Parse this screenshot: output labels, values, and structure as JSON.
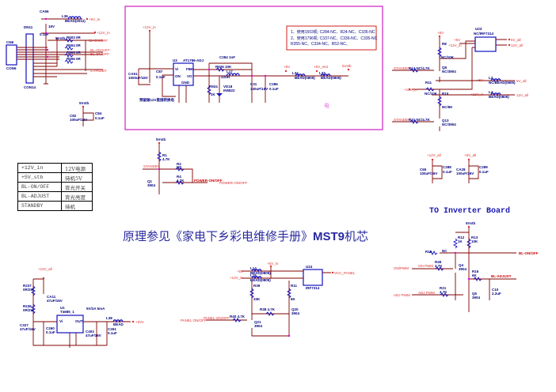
{
  "connector": {
    "ca56": "CA56",
    "dn11": "DN11",
    "l36": "L36",
    "bead": "BEAD(2012)",
    "v5in": "+5V_in",
    "c01": "0.1uF",
    "v16": "16V",
    "v12in": "+12V_in",
    "stb": "5Vstb",
    "cn8": "CN8",
    "con6": "CON6",
    "con14": "CON14",
    "r503": "R503  0R",
    "r504": "R504  0R",
    "r505": "R505  0R",
    "r506": "R506  0R",
    "blon": "BL-ON/OFF",
    "bladj": "BL-ADJUST",
    "blon2": "BL-ON/OFF",
    "standby": "STANDBY",
    "stb2": "5Vstb",
    "c82": "C82",
    "c82v": "100uF/16V",
    "c84": "C84",
    "c84v": "0.1uF"
  },
  "regulator": {
    "v12in": "+12V_in",
    "ca51": "CA51",
    "ca51v": "1000uF/16V",
    "c87": "C87",
    "c87v": "0.1uF",
    "u3": "U3",
    "u3p": "AT1786-ADJ",
    "vi": "Vi",
    "fb": "FBK",
    "on": "ON",
    "vo": "VO",
    "gnd": "GND",
    "r926": "R926  10K",
    "c284": "C284   1nF",
    "l17": "L17",
    "l17v": "22uH",
    "r924": "R924",
    "r924v": "1K",
    "vd18": "VD18",
    "vd18v": "IN5822",
    "c31": "C31",
    "c31v": "330uF/16V",
    "c286": "C286",
    "c286v": "0.1uF",
    "v5": "+5V",
    "l34": "L34",
    "l34v": "BEAD(0805)",
    "v5mst": "+5V_mst",
    "l33": "L33",
    "l33v": "BEAD(0805)",
    "stb": "5Vstb",
    "reserve": "预留做12V直接转换电",
    "mark": "电"
  },
  "note": {
    "line1": "1、使用1503机: C284-NC、R24-NC、C335-NC",
    "line2": "2、使用1796机: C337-NC、C336-NC、C335-NC",
    "line3": "R355-NC、C334-NC、R52-NC、"
  },
  "switch": {
    "v5": "+5V",
    "u23": "U23",
    "u23p": "NC/IRF7314",
    "v5b": "+5V",
    "v12in": "+12V_in",
    "v5all": "5V_all",
    "v12all": "12V_all",
    "r8": "R8",
    "r8v": "NC/10K",
    "standby": "STANDBY",
    "r14": "R14   NC/4.7K",
    "q8": "Q8",
    "q8v": "NC/3904",
    "r11": "R11",
    "v12in2": "+12V_in",
    "r11v": "NC/10K",
    "r10": "R10",
    "r10v": "NC/6K",
    "standby2": "STANDBY",
    "r21": "R21   NC/4.7K",
    "q13": "Q13",
    "q13v": "NC/3904",
    "v5c": "+5V",
    "l3": "L3",
    "l3v": "NC/BEAD(0805)",
    "v5all2": "5V_all",
    "v12in3": "+12V_in",
    "l4": "L4",
    "l4v": "BEAD(0805)",
    "v12all2": "12V_all"
  },
  "power": {
    "stb": "5Vstb",
    "r1": "R1",
    "r1v": "4.7K",
    "standby": "STANDBY",
    "r2": "R2",
    "r2v": "NC",
    "r4": "R4",
    "r4v": "4.7K",
    "q1": "Q1",
    "q1v": "3904",
    "pon": "POWER-ON/OFF",
    "pon2": "POWER ON/OFF"
  },
  "caps": {
    "v12all": "+12V_all",
    "v5all": "+5V_all",
    "c65": "C65",
    "c65v": "100uF/16V",
    "c288": "C288",
    "c288v": "0.1uF",
    "ca28": "CA28",
    "ca28v": "100uF/16V",
    "c289": "C289",
    "c289v": "0.1uF"
  },
  "table": [
    [
      "+12V_in",
      "12V电源"
    ],
    [
      "+5V_stb",
      "待机5V"
    ],
    [
      "BL-ON/OFF",
      "背光开关"
    ],
    [
      "BL-ADJUST",
      "背光亮度"
    ],
    [
      "STANDBY",
      "待机"
    ]
  ],
  "title": {
    "prefix": "原理参见《家电下乡彩电维修手册》",
    "model": "MST9",
    "suffix": "机芯"
  },
  "inverter_title": "TO Inverter Board",
  "inverter": {
    "stb": "5Vstb",
    "r12": "R12",
    "r12v": "1K",
    "r13": "R13",
    "r13v": "10K",
    "r15": "R15",
    "r15v": "NC",
    "blon": "BL-ON/OFF",
    "r46": "R46",
    "r46v": "4.7K",
    "onpwm": "ON/PWM",
    "onpwm2": "ON PWM",
    "q4": "Q4",
    "q4v": "3904",
    "r16": "R16",
    "r16v": "6K",
    "bladj": "BL-ADJUST",
    "adjpwm": "ADJ PWM",
    "adjpwm2": "ADJ PWM",
    "r21": "R21",
    "r21v": "4.7K",
    "q5": "Q5",
    "q5v": "3904",
    "c10": "C10",
    "c10v": "2.2uF"
  },
  "ldo": {
    "v12all": "+12V_all",
    "r237": "R237",
    "r237v": "0R/2W",
    "r236": "R236",
    "r236v": "0R/2W",
    "ca11": "CA11",
    "ca11v": "47uF/16V",
    "u1": "U1",
    "u1p": "T4685_1",
    "spec": "5V/2A 5mA",
    "c327": "C327",
    "c327v": "47uF/16V",
    "c260": "C260",
    "c260v": "0.1uF",
    "l38": "L38",
    "l38v": "BEAD",
    "v5a": "+5VA",
    "c403": "C403",
    "c403v": "47uF/16V",
    "c261": "C261",
    "c261v": "0.1uF",
    "vin": "Vi",
    "vout": "OUT"
  },
  "panel": {
    "v5in": "+5V_in",
    "v5": "+5V",
    "l14": "L14",
    "l14v": "BEAD(0805)",
    "v12in": "+12V_in",
    "l18": "L18",
    "l18v": "BEAD(0805)",
    "u24": "U24",
    "u24p": "IRF7314",
    "vcc": "VCC_PANEL",
    "r39": "R39",
    "r39v": "33K",
    "r11": "R11",
    "r11v": "6K",
    "r38": "R38   4.7K",
    "q20": "Q20",
    "q20v": "3904",
    "pnl": "PANEL ON/OFF",
    "pnl2": "PANEL-ON/OFF",
    "r40": "R40   4.7K",
    "q21": "Q21",
    "q21v": "3904"
  }
}
